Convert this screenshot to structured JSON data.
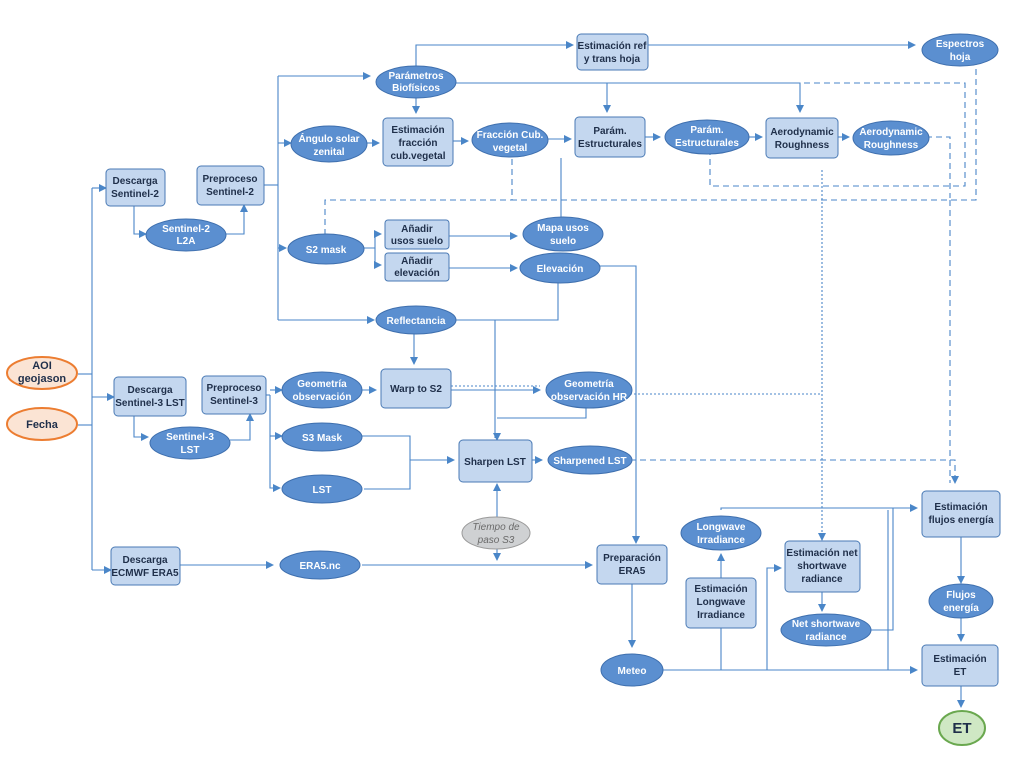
{
  "inputs": {
    "aoi": [
      "AOI",
      "geojason"
    ],
    "fecha": [
      "Fecha"
    ]
  },
  "boxes": {
    "descarga_s2": [
      "Descarga",
      "Sentinel-2"
    ],
    "preproceso_s2": [
      "Preproceso",
      "Sentinel-2"
    ],
    "estimacion_fraccion": [
      "Estimación",
      "fracción",
      "cub.vegetal"
    ],
    "estimacion_ref": [
      "Estimación ref",
      "y trans hoja"
    ],
    "param_estructurales_box": [
      "Parám.",
      "Estructurales"
    ],
    "aerodynamic_roughness_box": [
      "Aerodynamic",
      "Roughness"
    ],
    "anadir_usos": [
      "Añadir",
      "usos suelo"
    ],
    "anadir_elevacion": [
      "Añadir",
      "elevación"
    ],
    "descarga_s3": [
      "Descarga",
      "Sentinel-3 LST"
    ],
    "preproceso_s3": [
      "Preproceso",
      "Sentinel-3"
    ],
    "warp": [
      "Warp to S2"
    ],
    "sharpen": [
      "Sharpen LST"
    ],
    "descarga_era5": [
      "Descarga",
      "ECMWF ERA5"
    ],
    "preparacion_era5": [
      "Preparación",
      "ERA5"
    ],
    "estimacion_longwave": [
      "Estimación",
      "Longwave",
      "Irradiance"
    ],
    "estimacion_net_sw": [
      "Estimación net",
      "shortwave",
      "radiance"
    ],
    "estimacion_flujos": [
      "Estimación",
      "flujos energía"
    ],
    "estimacion_et": [
      "Estimación",
      "ET"
    ]
  },
  "products": {
    "s2_l2a": [
      "Sentinel-2",
      "L2A"
    ],
    "parametros_biofisicos": [
      "Parámetros",
      "Biofísicos"
    ],
    "angulo_solar": [
      "Ángulo solar",
      "zenital"
    ],
    "fraccion_cub": [
      "Fracción Cub.",
      "vegetal"
    ],
    "param_estructurales_ell": [
      "Parám.",
      "Estructurales"
    ],
    "aerodynamic_roughness_ell": [
      "Aerodynamic",
      "Roughness"
    ],
    "espectros_hoja": [
      "Espectros",
      "hoja"
    ],
    "s2_mask": [
      "S2 mask"
    ],
    "mapa_usos": [
      "Mapa usos",
      "suelo"
    ],
    "elevacion": [
      "Elevación"
    ],
    "reflectancia": [
      "Reflectancia"
    ],
    "s3_l1": [
      "Sentinel-3",
      "LST"
    ],
    "geometria_obs": [
      "Geometría",
      "observación"
    ],
    "geometria_obs_hr": [
      "Geometría",
      "observación HR"
    ],
    "s3_mask": [
      "S3 Mask"
    ],
    "lst": [
      "LST"
    ],
    "sharpened_lst": [
      "Sharpened LST"
    ],
    "tiempo_paso": [
      "Tiempo de",
      "paso S3"
    ],
    "era5_nc": [
      "ERA5.nc"
    ],
    "longwave_irr": [
      "Longwave",
      "Irradiance"
    ],
    "net_sw_rad": [
      "Net shortwave",
      "radiance"
    ],
    "meteo": [
      "Meteo"
    ],
    "flujos_energia": [
      "Flujos",
      "energía"
    ],
    "et": [
      "ET"
    ]
  },
  "colors": {
    "box_fill": "#c4d7ef",
    "ellipse_fill": "#5b8fd0",
    "input_fill": "#fbe4d4",
    "input_stroke": "#ec7d31",
    "output_fill": "#cfe8c4",
    "output_stroke": "#6aa84f",
    "connector": "#4a86c8"
  }
}
